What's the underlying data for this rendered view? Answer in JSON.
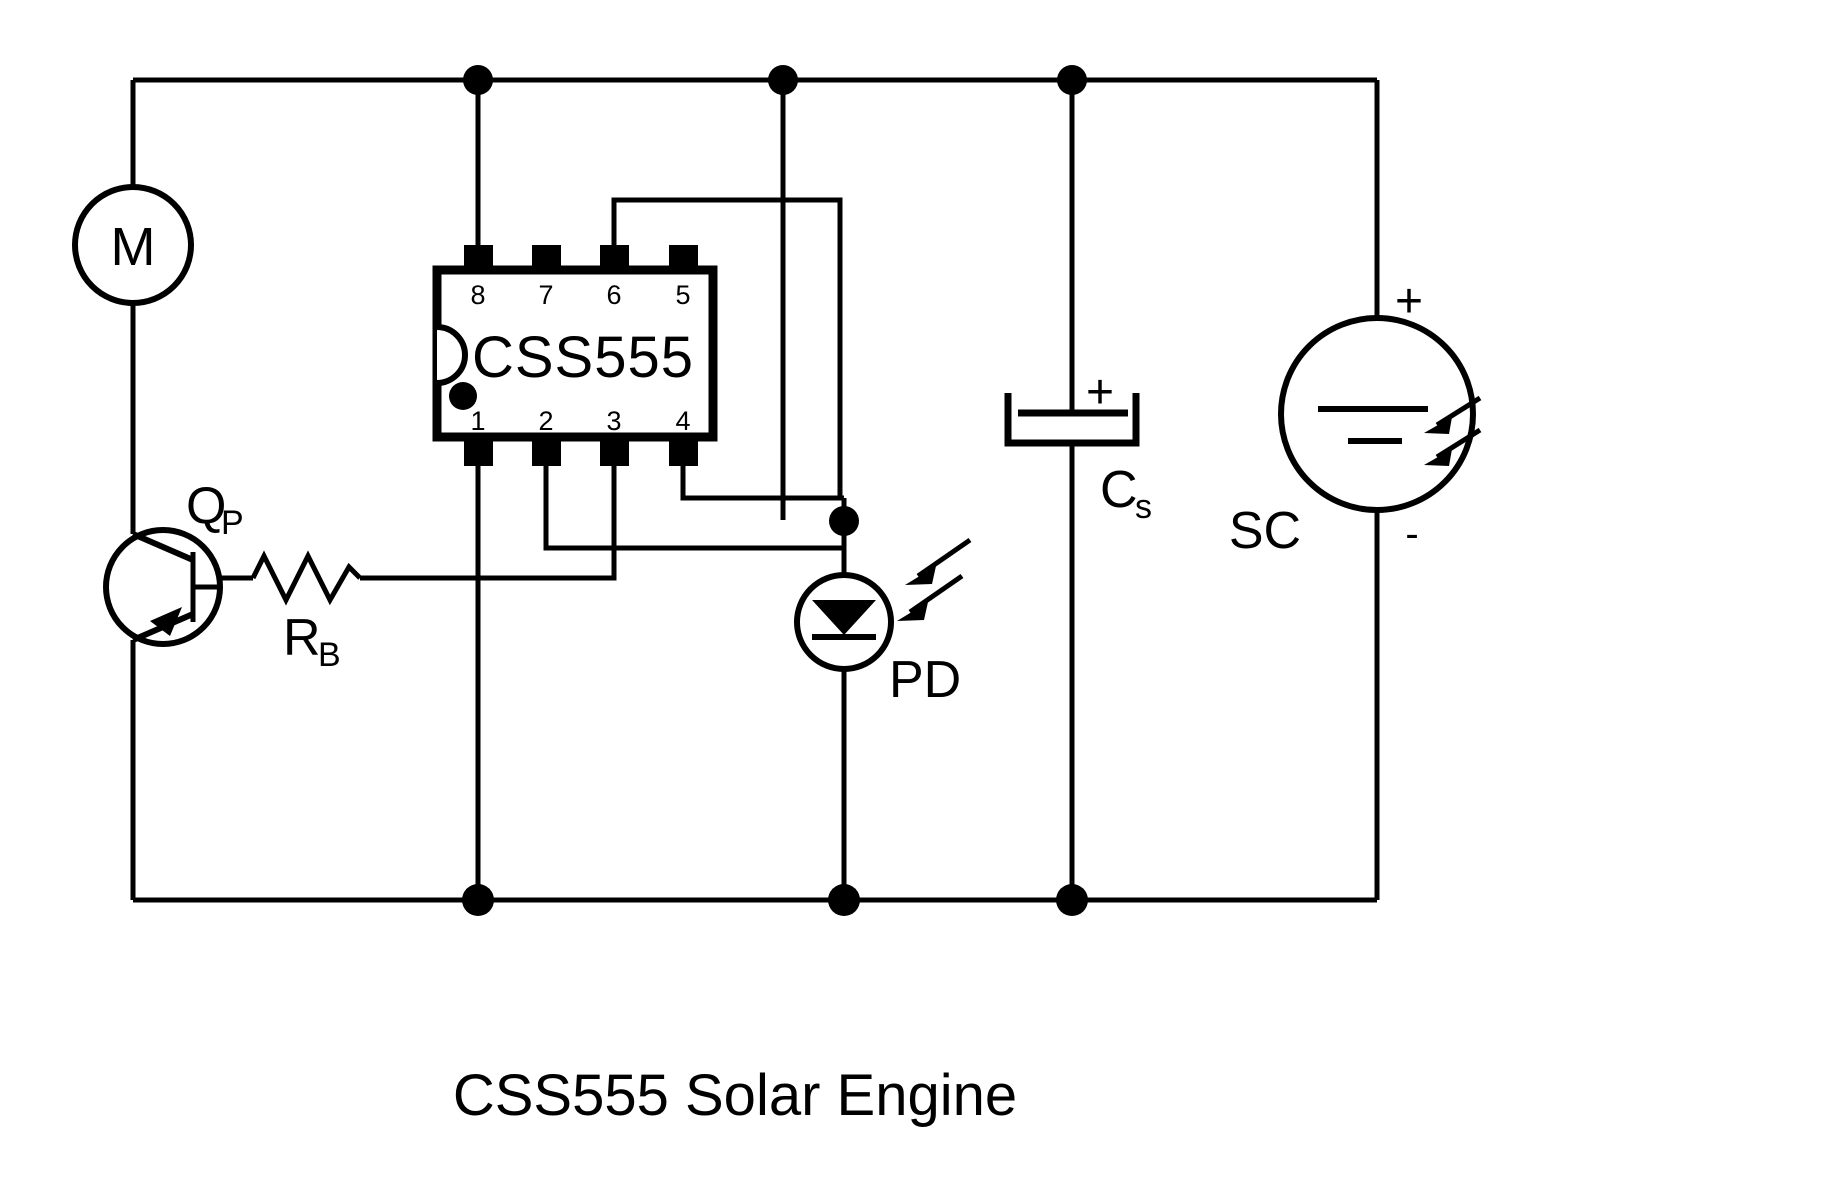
{
  "diagram": {
    "caption": "CSS555 Solar Engine",
    "background_color": "#ffffff",
    "line_color": "#000000"
  },
  "ic": {
    "part_label": "CSS555",
    "pin_numbers_top": [
      "8",
      "7",
      "6",
      "5"
    ],
    "pin_numbers_bottom": [
      "1",
      "2",
      "3",
      "4"
    ],
    "marker": "pin1-dot",
    "notch": "left-semicircle"
  },
  "components": [
    {
      "id": "motor",
      "type": "motor",
      "label": "M",
      "ref": "M"
    },
    {
      "id": "transistor",
      "type": "pnp-bjt",
      "ref": "Q",
      "ref_subscript": "P"
    },
    {
      "id": "base-resistor",
      "type": "resistor",
      "ref": "R",
      "ref_subscript": "B"
    },
    {
      "id": "photodiode",
      "type": "photodiode",
      "ref": "PD"
    },
    {
      "id": "storage-cap",
      "type": "polarized-capacitor",
      "ref": "C",
      "ref_subscript": "s",
      "polarity_mark": "+"
    },
    {
      "id": "solar-cell",
      "type": "solar-cell",
      "ref": "SC",
      "polarity_plus": "+",
      "polarity_minus": "-"
    }
  ],
  "labels": {
    "motor": "M",
    "transistor": "Q",
    "transistor_sub": "P",
    "resistor": "R",
    "resistor_sub": "B",
    "photodiode": "PD",
    "capacitor": "C",
    "capacitor_sub": "s",
    "cap_plus": "+",
    "solar_cell": "SC",
    "sc_plus": "+",
    "sc_minus": "-",
    "ic_name": "CSS555",
    "pin_8": "8",
    "pin_7": "7",
    "pin_6": "6",
    "pin_5": "5",
    "pin_1": "1",
    "pin_2": "2",
    "pin_3": "3",
    "pin_4": "4",
    "caption": "CSS555 Solar Engine"
  }
}
